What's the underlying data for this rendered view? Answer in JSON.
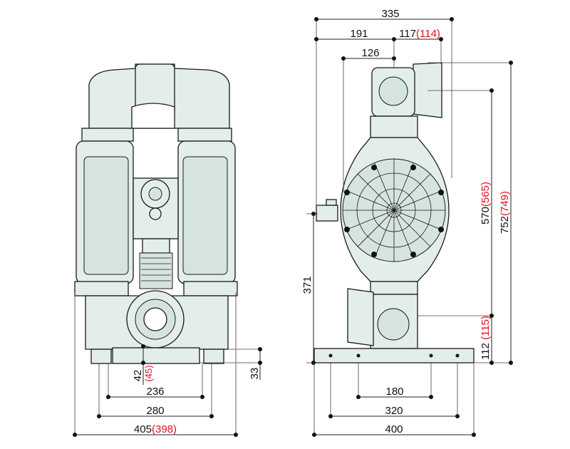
{
  "front_view": {
    "dimensions": {
      "overall_width": {
        "value": "405",
        "alt": "(398)"
      },
      "foot_outer": {
        "value": "280"
      },
      "foot_inner": {
        "value": "236"
      },
      "outlet_height": {
        "value": "42",
        "alt": "(45)"
      },
      "foot_height": {
        "value": "33"
      }
    }
  },
  "side_view": {
    "dimensions": {
      "overall_depth": {
        "value": "335"
      },
      "rear_offset": {
        "value": "191"
      },
      "front_offset": {
        "value": "117",
        "alt": "(114)"
      },
      "inlet_offset": {
        "value": "126"
      },
      "overall_height": {
        "value": "752",
        "alt": "(749)"
      },
      "outlet_center_height": {
        "value": "570",
        "alt": "(565)"
      },
      "inlet_center_height": {
        "value": "112",
        "alt": "(115)"
      },
      "air_inlet_height": {
        "value": "371"
      },
      "base_hole_inner": {
        "value": "180"
      },
      "base_hole_outer": {
        "value": "320"
      },
      "base_width": {
        "value": "400"
      }
    }
  },
  "colors": {
    "alt_value": "#e0101e",
    "body_fill": "#e3eeeb"
  }
}
